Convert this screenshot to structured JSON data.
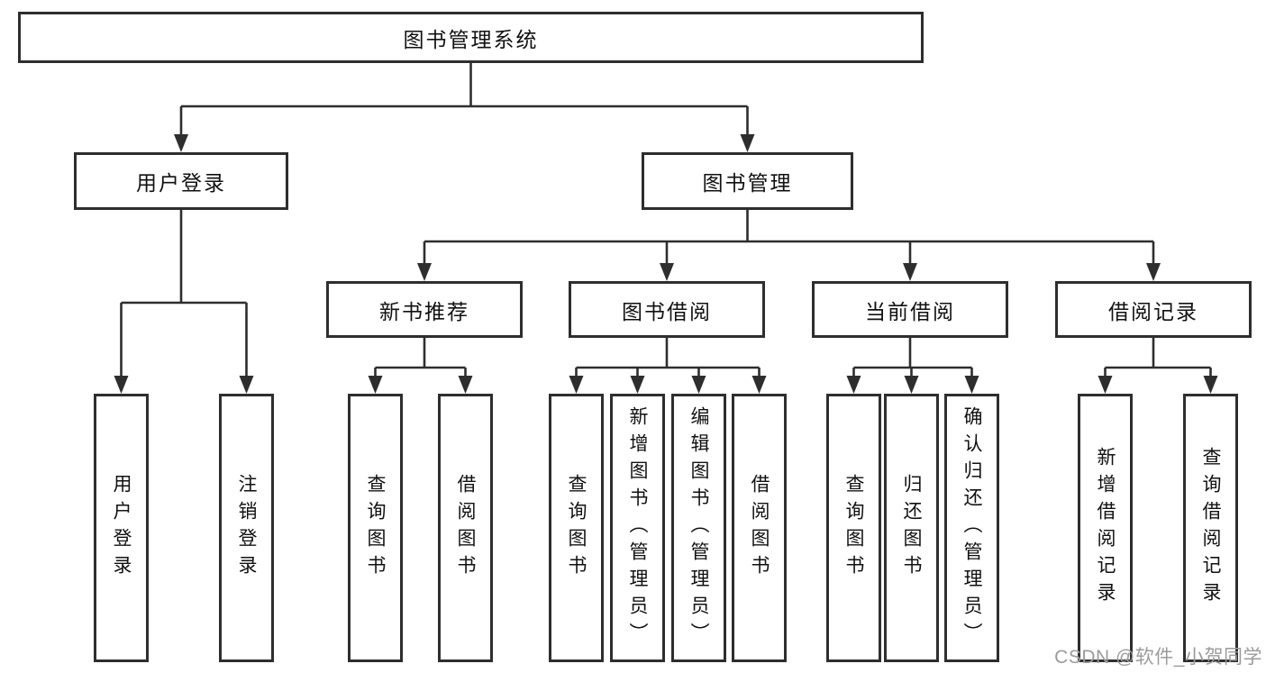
{
  "colors": {
    "line": "#2e2e2e",
    "box_border": "#2e2e2e",
    "box_fill": "#ffffff",
    "text": "#111111",
    "watermark": "#9b9b9b",
    "background": "#ffffff"
  },
  "watermark": {
    "text": "CSDN @软件_小贺同学"
  },
  "tree": {
    "root": {
      "label": "图书管理系统"
    },
    "level2": [
      {
        "label": "用户登录"
      },
      {
        "label": "图书管理"
      }
    ],
    "level3": [
      {
        "label": "新书推荐"
      },
      {
        "label": "图书借阅"
      },
      {
        "label": "当前借阅"
      },
      {
        "label": "借阅记录"
      }
    ],
    "leaves": {
      "user_login_group": [
        "用户登录",
        "注销登录"
      ],
      "new_book_group": [
        "查询图书",
        "借阅图书"
      ],
      "book_borrow_group": [
        "查询图书",
        "新增图书（管理员）",
        "编辑图书（管理员）",
        "借阅图书"
      ],
      "current_borrow_group": [
        "查询图书",
        "归还图书",
        "确认归还（管理员）"
      ],
      "borrow_record_group": [
        "新增借阅记录",
        "查询借阅记录"
      ]
    }
  }
}
